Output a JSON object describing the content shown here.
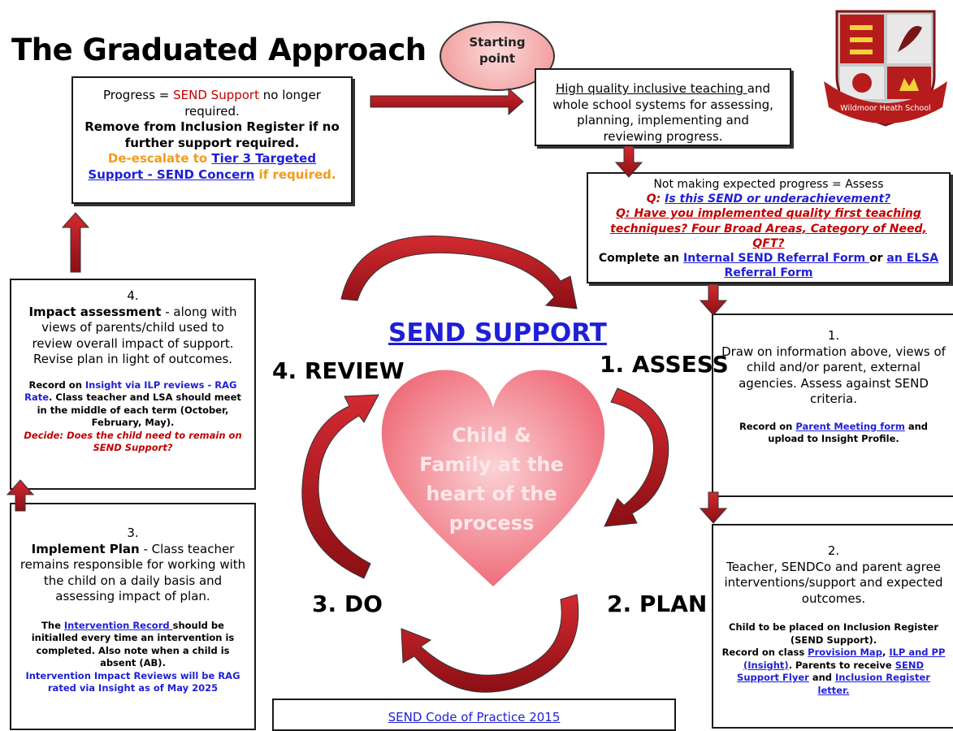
{
  "title": "The Graduated Approach",
  "starting_point": "Starting\npoint",
  "school_name": "Wildmoor Heath School",
  "center": {
    "send_support": "SEND SUPPORT",
    "heart_text": "Child &\nFamily at the\nheart of the\nprocess",
    "assess": "1. ASSESS",
    "plan": "2. PLAN",
    "do": "3. DO",
    "review": "4. REVIEW"
  },
  "progress_box": {
    "line1_pre": "Progress = ",
    "line1_red": "SEND Support",
    "line1_post": " no longer required.",
    "line2": "Remove from Inclusion Register if no further support required.",
    "line3_pre": "De-escalate to ",
    "line3_link": "Tier 3 Targeted Support - SEND Concern",
    "line3_post": " if required."
  },
  "hq_box": {
    "link": "High quality inclusive teaching ",
    "text": "and whole school systems for assessing, planning, implementing and reviewing progress."
  },
  "assess_box": {
    "line1": "Not making expected progress = Assess",
    "q1_pre": "Q: ",
    "q1_link": "Is this SEND or underachievement?",
    "q2": "Q: Have you implemented quality first teaching techniques? Four Broad Areas, Category of Need, QFT?",
    "line4_pre": "Complete an ",
    "line4_link1": "Internal SEND Referral Form ",
    "line4_mid": "or ",
    "line4_link2": "an ELSA Referral Form"
  },
  "step1_box": {
    "number": "1.",
    "text": "Draw on information above, views of child and/or parent, external agencies. Assess against SEND criteria.",
    "rec_pre": "Record on ",
    "rec_link": "Parent Meeting form",
    "rec_post": " and upload to Insight Profile."
  },
  "step2_box": {
    "number": "2.",
    "text": "Teacher, SENDCo and parent agree interventions/support and expected outcomes.",
    "line_a": "Child to be placed on Inclusion Register (SEND Support).",
    "rec_pre": "Record on class ",
    "rec_link1": "Provision Map",
    "rec_sep": ", ",
    "rec_link2": "ILP and PP (Insight)",
    "rec_mid": ". Parents to receive ",
    "rec_link3": "SEND Support Flyer",
    "rec_and": " and ",
    "rec_link4": "Inclusion Register letter."
  },
  "step3_box": {
    "number": "3.",
    "bold": "Implement Plan",
    "text": " - Class teacher remains responsible for working with the child on a daily basis and assessing impact of plan.",
    "small_pre": "The ",
    "small_link": "Intervention Record ",
    "small_post": "should be initialled every time an intervention is completed. Also note when a child is absent (AB).",
    "small_blue": "Intervention Impact Reviews will be RAG rated via Insight as of May 2025"
  },
  "step4_box": {
    "number": "4.",
    "bold": "Impact assessment",
    "text": " - along with views of parents/child used to review overall impact of support. Revise plan in light of outcomes.",
    "rec_pre": "Record on ",
    "rec_blue": "Insight via ILP reviews - RAG Rate",
    "rec_post": ". Class teacher and LSA should meet in the middle of each term (October, February, May).",
    "decide": "Decide: Does the child need to remain on SEND Support?"
  },
  "code_of_practice": "SEND Code of Practice 2015",
  "colors": {
    "arrow": "#b31a1f",
    "heart": "#f06a78",
    "link": "#1f1fd6",
    "orange": "#f39a1b"
  }
}
